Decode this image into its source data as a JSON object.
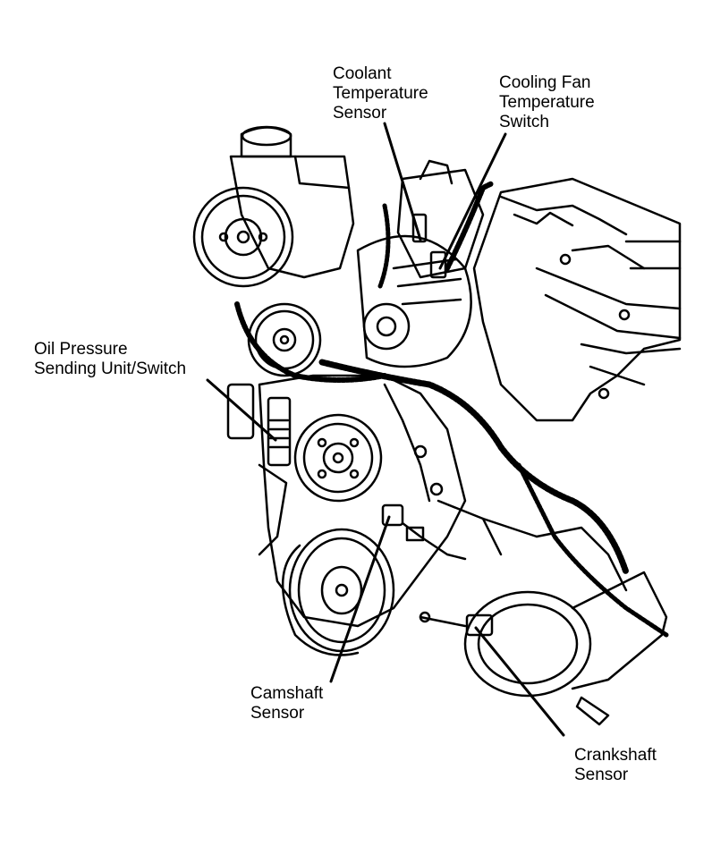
{
  "labels": {
    "coolant": [
      "Coolant",
      "Temperature",
      "Sensor"
    ],
    "fan": [
      "Cooling Fan",
      "Temperature",
      "Switch"
    ],
    "oil": [
      "Oil Pressure",
      "Sending Unit/Switch"
    ],
    "camshaft": [
      "Camshaft",
      "Sensor"
    ],
    "crankshaft": [
      "Crankshaft",
      "Sensor"
    ]
  },
  "colors": {
    "ink": "#000000",
    "paper": "#ffffff"
  }
}
